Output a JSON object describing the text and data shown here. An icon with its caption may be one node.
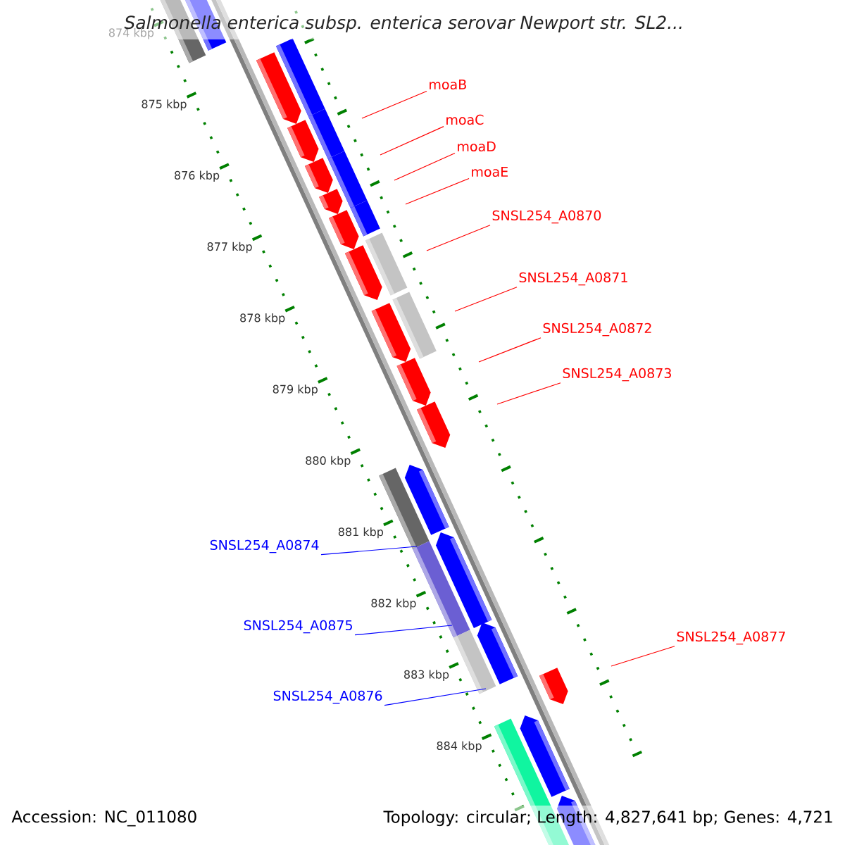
{
  "diagram": {
    "title": "Salmonella enterica subsp. enterica serovar Newport str. SL2...",
    "nodes": [
      {
        "text": [
          "moaB"
        ]
      },
      {
        "text": [
          "moaC"
        ]
      },
      {
        "text": [
          "moaD"
        ]
      },
      {
        "text": [
          "moaE"
        ]
      },
      {
        "text": [
          "SNSL254_A0870"
        ]
      },
      {
        "text": [
          "SNSL254_A0871"
        ]
      },
      {
        "text": [
          "SNSL254_A0872"
        ]
      },
      {
        "text": [
          "SNSL254_A0873"
        ]
      },
      {
        "text": [
          "SNSL254_A0874"
        ]
      },
      {
        "text": [
          "SNSL254_A0875"
        ]
      },
      {
        "text": [
          "SNSL254_A0877"
        ]
      },
      {
        "text": [
          "SNSL254_A0876"
        ]
      }
    ],
    "edges": [
      {
        "from": 0,
        "to": null,
        "arrow": "none"
      },
      {
        "from": 1,
        "to": null,
        "arrow": "none"
      },
      {
        "from": 2,
        "to": null,
        "arrow": "none"
      },
      {
        "from": 3,
        "to": null,
        "arrow": "none"
      },
      {
        "from": 4,
        "to": null,
        "arrow": "none"
      },
      {
        "from": 5,
        "to": null,
        "arrow": "none"
      },
      {
        "from": 6,
        "to": null,
        "arrow": "none"
      },
      {
        "from": 7,
        "to": null,
        "arrow": "none"
      },
      {
        "from": 8,
        "to": null,
        "arrow": "none",
        "color": "#0000ff"
      },
      {
        "from": 9,
        "to": null,
        "arrow": "none",
        "color": "#0000ff"
      },
      {
        "from": 10,
        "to": null,
        "arrow": "none"
      },
      {
        "from": 11,
        "to": null,
        "arrow": "none",
        "color": "#0000ff"
      }
    ],
    "labels": [
      "874 kbp",
      "875 kbp",
      "876 kbp",
      "877 kbp",
      "878 kbp",
      "879 kbp",
      "880 kbp",
      "881 kbp",
      "882 kbp",
      "883 kbp",
      "884 kbp",
      "Accession: NC_011080",
      "Topology: circular; Length: 4,827,641 bp; Genes: 4,721"
    ]
  }
}
